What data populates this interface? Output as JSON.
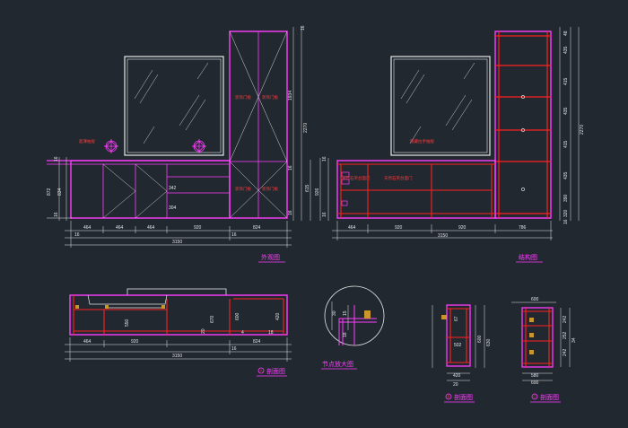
{
  "titles": {
    "elevation": "外观图",
    "structure": "结构图",
    "section_a": "剖面图",
    "node_detail": "节点放大图",
    "section_b": "剖面图",
    "section_c": "剖面图"
  },
  "section_markers": {
    "a": "A",
    "b": "B",
    "c": "C"
  },
  "elevation": {
    "top_dims": [
      "464",
      "464",
      "464",
      "920",
      "16",
      "824",
      "16"
    ],
    "total_dim": "3150",
    "left_vdims": [
      "16",
      "872",
      "834",
      "16"
    ],
    "right_vdims": [
      "16",
      "1934",
      "2270",
      "16",
      "615",
      "16"
    ],
    "red_notes": [
      "超薄抽屉",
      "装饰门板",
      "装饰门板",
      "装饰门板",
      "装饰门板"
    ],
    "inner_dims": [
      "342",
      "304",
      "16"
    ]
  },
  "structure": {
    "dims": [
      "464",
      "920",
      "920",
      "786"
    ],
    "total_dim": "3150",
    "left_vdims": [
      "16",
      "926",
      "16"
    ],
    "right_vdims": [
      "48",
      "435",
      "415",
      "435",
      "415",
      "435",
      "390",
      "320",
      "16",
      "2270"
    ],
    "red_notes": [
      "隐藏拉手抽屉",
      "天然石英台面门",
      "天然石英台面门"
    ]
  },
  "section_a": {
    "dims": [
      "464",
      "920",
      "16",
      "824"
    ],
    "total_dim": "3150",
    "small_dims": [
      "550",
      "670",
      "20",
      "600",
      "420",
      "4",
      "18"
    ]
  },
  "node_detail": {
    "dims": [
      "30",
      "15",
      "18"
    ]
  },
  "section_b": {
    "dims": [
      "67",
      "502",
      "420",
      "600",
      "20"
    ],
    "vdims": [
      "630"
    ]
  },
  "section_c": {
    "dims": [
      "600",
      "242",
      "252",
      "242",
      "580",
      "600",
      "34"
    ]
  }
}
